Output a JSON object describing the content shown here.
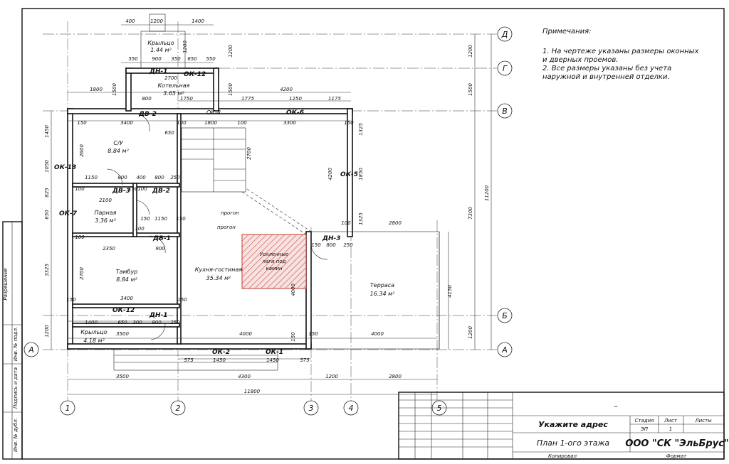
{
  "notes": {
    "title": "Примечания:",
    "line1": "1. На чертеже указаны размеры оконных",
    "line2": "и дверных проемов.",
    "line3": "2. Все размеры указаны без учета",
    "line4": "наружной и внутренней отделки."
  },
  "axes": {
    "vertical": [
      "1",
      "2",
      "3",
      "4",
      "5"
    ],
    "horizontal": [
      "Д",
      "Г",
      "В",
      "Б",
      "А"
    ],
    "left_a": "А"
  },
  "rooms": {
    "porch_top": {
      "name": "Крыльцо",
      "area": "1.44 м²"
    },
    "boiler": {
      "name": "Котельная",
      "area": "3.65 м²"
    },
    "bathroom": {
      "name": "С/У",
      "area": "8.84 м²"
    },
    "sauna": {
      "name": "Парная",
      "area": "3.36 м²"
    },
    "vestibule": {
      "name": "Тамбур",
      "area": "8.84 м²"
    },
    "kitchen": {
      "name": "Кухня-гостиная",
      "area": "35.34 м²"
    },
    "terrace": {
      "name": "Терраса",
      "area": "16.34 м²"
    },
    "porch_bottom": {
      "name": "Крыльцо",
      "area": "4.18 м²"
    },
    "reinforced_line1": "Усиленные",
    "reinforced_line2": "лаги под",
    "reinforced_line3": "камин",
    "girder1": "прогон",
    "girder2": "прогон"
  },
  "openings": {
    "dn1_top": "ДН-1",
    "ok12_top": "ОК-12",
    "dv2_top": "ДВ-2",
    "ok8": "ОК-8",
    "ok6": "ОК-6",
    "ok13": "ОК-13",
    "ok5": "ОК-5",
    "dv3": "ДВ-3",
    "dv2_mid": "ДВ-2",
    "ok7": "ОК-7",
    "dv1": "ДВ-1",
    "dn3": "ДН-3",
    "ok12_bottom": "ОК-12",
    "dn1_bottom": "ДН-1",
    "ok2": "ОК-2",
    "ok1": "ОК-1"
  },
  "dims": {
    "top": [
      "400",
      "1200",
      "1400"
    ],
    "porch": [
      "550",
      "900",
      "350",
      "650",
      "550"
    ],
    "porch_right": "1200",
    "porch_v": "1200",
    "d2700": "2700",
    "d1500a": "1500",
    "d1800": "1800",
    "d800": "800",
    "d1750": "1750",
    "d1500b": "1500",
    "d4200": "4200",
    "row_b": [
      "1775",
      "1250",
      "1175"
    ],
    "wall_top": [
      "150",
      "3400",
      "100",
      "1800",
      "100",
      "3300",
      "150"
    ],
    "d650": "650",
    "d2600": "2600",
    "d2700v": "2700",
    "d4200v": "4200",
    "d1325a": "1325",
    "d1850": "1850",
    "d1325b": "1325",
    "left_v": [
      "1450",
      "1050",
      "825",
      "650",
      "3325",
      "1200"
    ],
    "mid1": [
      "1150",
      "800",
      "400",
      "800",
      "250"
    ],
    "d100a": "100",
    "d150a": "150",
    "d100b": "100",
    "d2100": "2100",
    "d150b": "150",
    "d100c": "100",
    "d1150": "1150",
    "d150c": "150",
    "d100d": "100",
    "d900a": "900",
    "d2350": "2350",
    "d2700c": "2700",
    "d3400": "3400",
    "d150d": "150",
    "d150e": "150",
    "terrace_top": "2800",
    "d100e": "100",
    "dn3": [
      "150",
      "800",
      "250"
    ],
    "d4000v": "4000",
    "d4150": "4150",
    "right_v": [
      "1200",
      "1500",
      "7300",
      "11200",
      "1200"
    ],
    "bottom1": [
      "1400",
      "650",
      "300",
      "900",
      "250"
    ],
    "d3500a": "3500",
    "d4000a": "4000",
    "d4000b": "4000",
    "d150f": "150",
    "d150g": "150",
    "bottom2": [
      "575",
      "1450",
      "1450",
      "575"
    ],
    "bottom3": [
      "3500",
      "4300",
      "1200",
      "2800"
    ],
    "total": "11800"
  },
  "stamp": {
    "dash": "–",
    "address": "Укажите адрес",
    "sheet_title": "План 1-ого этажа",
    "company": "ООО \"СК \"ЭльБрус\"",
    "stage_h": "Стадия",
    "sheet_h": "Лист",
    "sheets_h": "Листы",
    "stage_v": "ЭП",
    "sheet_v": "1",
    "copied": "Копировал",
    "format": "Формат"
  },
  "side_stamp": [
    "Разрешение",
    "Инв. № подл.",
    "Подпись и дата",
    "Инв. № дубл."
  ]
}
